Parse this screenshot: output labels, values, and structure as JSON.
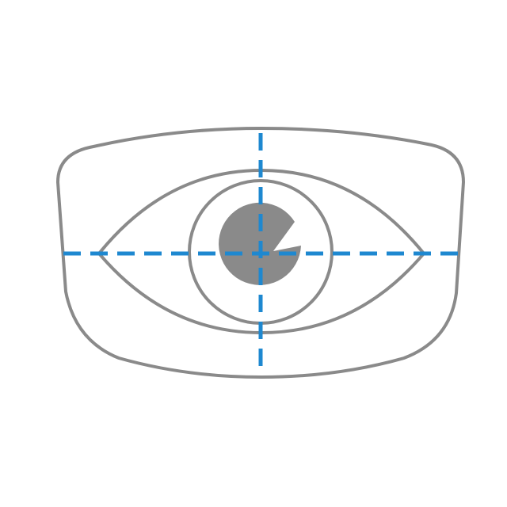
{
  "diagram": {
    "subject": "lens-with-eye",
    "colors": {
      "background": "#ffffff",
      "outline": "#8a8a8a",
      "pupil": "#8a8a8a",
      "guide_lines": "#1e88d0"
    },
    "icon_names": {
      "lens": "lens-outline-icon",
      "eye": "eye-outline-icon",
      "iris": "iris-icon",
      "pupil": "pupil-icon",
      "horizontal_guide": "horizontal-guide-line",
      "vertical_guide": "vertical-guide-line"
    }
  }
}
